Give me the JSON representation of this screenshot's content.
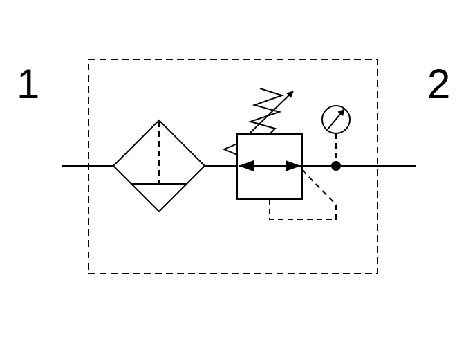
{
  "ports": {
    "inlet_label": "1",
    "outlet_label": "2"
  },
  "components": [
    {
      "id": "filter",
      "symbol": "filter-water-separator-icon"
    },
    {
      "id": "regulator",
      "symbol": "pressure-regulator-icon"
    },
    {
      "id": "gauge",
      "symbol": "pressure-gauge-icon"
    }
  ],
  "colors": {
    "line": "#000000",
    "background": "#ffffff"
  }
}
